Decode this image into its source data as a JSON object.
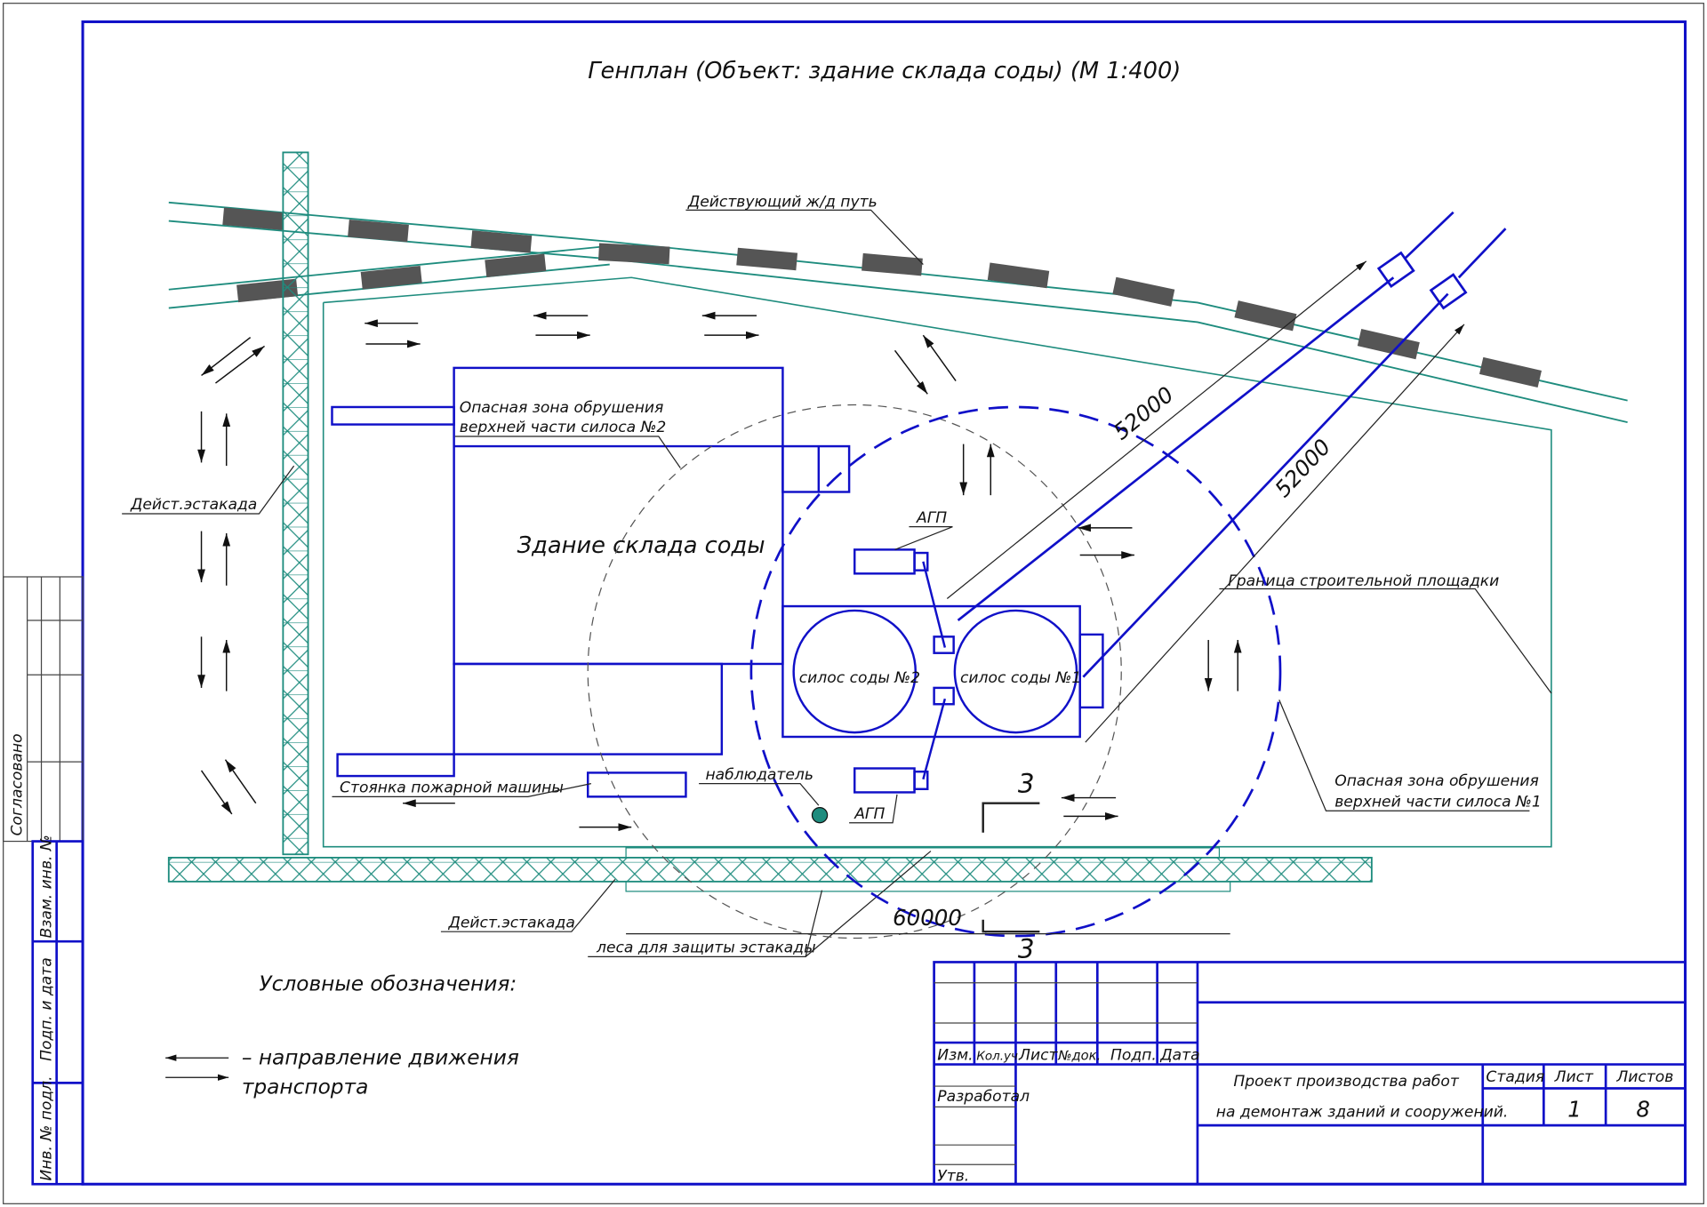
{
  "title": "Генплан (Объект: здание склада соды) (М 1:400)",
  "labels": {
    "railway": "Действующий ж/д путь",
    "danger_zone_2_line1": "Опасная зона обрушения",
    "danger_zone_2_line2": "верхней части силоса №2",
    "danger_zone_1_line1": "Опасная зона обрушения",
    "danger_zone_1_line2": "верхней части силоса №1",
    "trestle_left": "Дейст.эстакада",
    "trestle_bottom": "Дейст.эстакада",
    "warehouse": "Здание склада соды",
    "agp_top": "АГП",
    "agp_bottom": "АГП",
    "site_boundary": "Граница строительной площадки",
    "silo_2": "силос соды №2",
    "silo_1": "силос соды №1",
    "fire_truck_parking": "Стоянка пожарной машины",
    "observer": "наблюдатель",
    "scaffold": "леса для защиты эстакады",
    "section_top": "3",
    "section_bottom": "3"
  },
  "dimensions": {
    "boom_1": "52000",
    "boom_2": "52000",
    "span": "60000"
  },
  "legend": {
    "title": "Условные обозначения:",
    "arrow_line1": "– направление движения",
    "arrow_line2": "транспорта"
  },
  "side_strip": {
    "agreed": "Согласовано",
    "replace_inv": "Взам. инв. №",
    "sign_date": "Подп. и дата",
    "inv_orig": "Инв. № подл."
  },
  "stamp": {
    "headers": [
      "Изм.",
      "Кол.уч.",
      "Лист",
      "№док.",
      "Подп.",
      "Дата"
    ],
    "developed": "Разработал",
    "approved": "Утв.",
    "project_line1": "Проект производства работ",
    "project_line2": "на демонтаж зданий и сооружений.",
    "stage_label": "Стадия",
    "sheet_label": "Лист",
    "sheets_label": "Листов",
    "sheet": "1",
    "sheets": "8"
  },
  "colors": {
    "frame": "#1010c8",
    "rail": "#1e8c7e",
    "sleeper": "#555555"
  }
}
